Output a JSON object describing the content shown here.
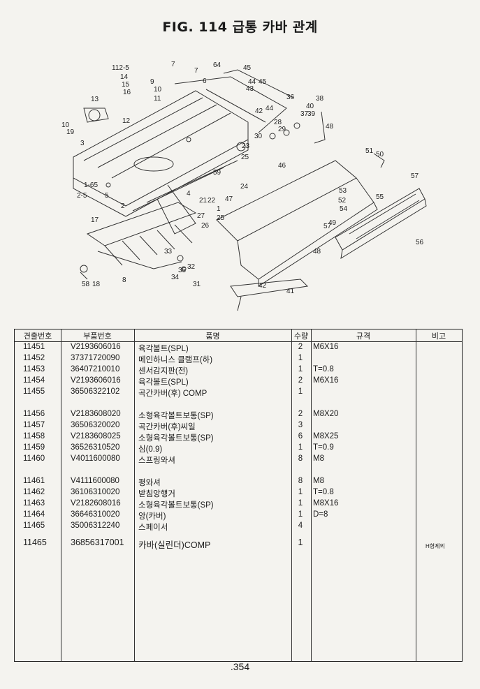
{
  "title": "FIG. 114 급통 카바 관계",
  "diagram": {
    "callouts": [
      "112-5",
      "14",
      "15",
      "16",
      "11",
      "9",
      "10",
      "7",
      "7",
      "6",
      "64",
      "45",
      "44",
      "45",
      "43",
      "42",
      "40",
      "38",
      "39",
      "37",
      "36",
      "13",
      "12",
      "10",
      "19",
      "3",
      "28",
      "29",
      "30",
      "23",
      "25",
      "24",
      "48",
      "46",
      "51",
      "50",
      "57",
      "55",
      "53",
      "52",
      "54",
      "1-65",
      "2-5",
      "5",
      "21",
      "22",
      "25",
      "26",
      "47",
      "59",
      "17",
      "2",
      "4",
      "1",
      "27",
      "33",
      "35",
      "32",
      "34",
      "31",
      "8",
      "18",
      "58",
      "42",
      "41",
      "48",
      "49",
      "57",
      "56"
    ]
  },
  "table": {
    "headers": {
      "seq": "견출번호",
      "part": "부품번호",
      "name": "품명",
      "qty": "수량",
      "spec": "규격",
      "note": "비고"
    },
    "rows": [
      {
        "seq": "11451",
        "part": "V2193606016",
        "name": "육각볼트(SPL)",
        "qty": "2",
        "spec": "M6X16"
      },
      {
        "seq": "11452",
        "part": "37371720090",
        "name": "메인하니스 클램프(하)",
        "qty": "1",
        "spec": ""
      },
      {
        "seq": "11453",
        "part": "36407210010",
        "name": "센서감지판(전)",
        "qty": "1",
        "spec": "T=0.8"
      },
      {
        "seq": "11454",
        "part": "V2193606016",
        "name": "육각볼트(SPL)",
        "qty": "2",
        "spec": "M6X16"
      },
      {
        "seq": "11455",
        "part": "36506322102",
        "name": "곡간카버(후) COMP",
        "qty": "1",
        "spec": ""
      },
      {
        "seq": "11456",
        "part": "V2183608020",
        "name": "소형육각볼트보통(SP)",
        "qty": "2",
        "spec": "M8X20"
      },
      {
        "seq": "11457",
        "part": "36506320020",
        "name": "곡간카버(후)씨일",
        "qty": "3",
        "spec": ""
      },
      {
        "seq": "11458",
        "part": "V2183608025",
        "name": "소형육각볼트보통(SP)",
        "qty": "6",
        "spec": "M8X25"
      },
      {
        "seq": "11459",
        "part": "36526310520",
        "name": "심(0.9)",
        "qty": "1",
        "spec": "T=0.9"
      },
      {
        "seq": "11460",
        "part": "V4011600080",
        "name": "스프링와셔",
        "qty": "8",
        "spec": "M8"
      },
      {
        "seq": "11461",
        "part": "V4111600080",
        "name": "평와셔",
        "qty": "8",
        "spec": "M8"
      },
      {
        "seq": "11462",
        "part": "36106310020",
        "name": "받침앙행거",
        "qty": "1",
        "spec": "T=0.8"
      },
      {
        "seq": "11463",
        "part": "V2182608016",
        "name": "소형육각볼트보통(SP)",
        "qty": "1",
        "spec": "M8X16"
      },
      {
        "seq": "11464",
        "part": "36646310020",
        "name": "앙(카버)",
        "qty": "1",
        "spec": "D=8"
      },
      {
        "seq": "11465",
        "part": "35006312240",
        "name": "스페이서",
        "qty": "4",
        "spec": ""
      },
      {
        "seq": "11465",
        "part": "36856317001",
        "name": "카바(실린더)COMP",
        "qty": "1",
        "spec": ""
      }
    ],
    "note_text": "H형제외"
  },
  "page_number": ".354"
}
